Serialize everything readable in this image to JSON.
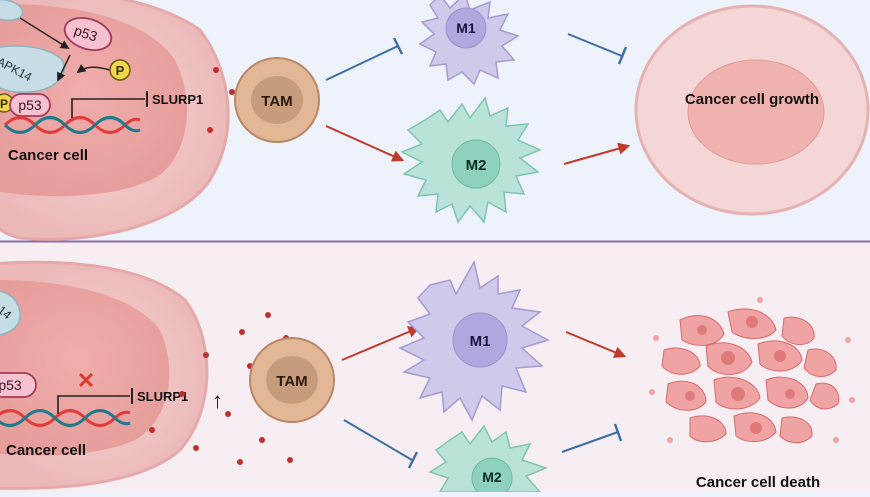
{
  "panels": {
    "top": {
      "cell_label": "Cancer cell",
      "protein_p53": "p53",
      "protein_p53_phospho": "p53",
      "kinase": "APK14",
      "phospho": "P",
      "phospho_bound": "P",
      "gene": "SLURP1",
      "tam": "TAM",
      "m1": "M1",
      "m2": "M2",
      "outcome": "Cancer cell growth"
    },
    "bottom": {
      "cell_label": "Cancer cell",
      "protein_p53": "p53",
      "kinase": "14",
      "blocked_mark": "✕",
      "gene": "SLURP1",
      "gene_up_arrow": "↑",
      "tam": "TAM",
      "m1": "M1",
      "m2": "M2",
      "outcome": "Cancer cell death"
    }
  },
  "colors": {
    "top_bg": "#eef2fb",
    "bottom_bg": "#f7eef3",
    "divider": "#8a6fb0",
    "activate_arrow": "#c0392b",
    "inhibit_arrow": "#3a6ea5",
    "tam_fill": "#e2b796",
    "m1_fill": "#cfc9ea",
    "m2_fill": "#b9e3d8",
    "cell_fill": "#f1c6c6",
    "dots": "#c0302b"
  }
}
